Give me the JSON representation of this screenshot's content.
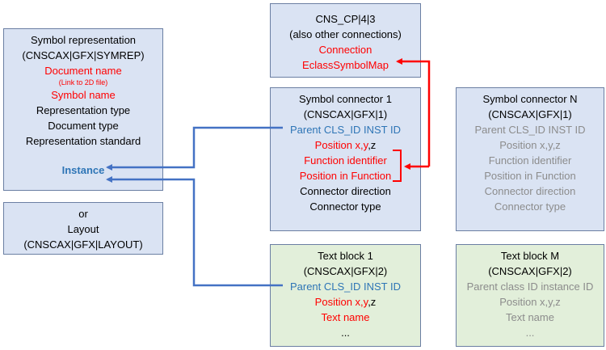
{
  "cns_cp": {
    "title": "CNS_CP|4|3",
    "subtitle": "(also other connections)",
    "connection": "Connection",
    "eclass_symbol_map": "EclassSymbolMap"
  },
  "symbol_representation": {
    "title": "Symbol representation",
    "code": "(CNSCAX|GFX|SYMREP)",
    "document_name": "Document name",
    "link_note": "(Link to 2D file)",
    "symbol_name": "Symbol name",
    "representation_type": "Representation type",
    "document_type": "Document type",
    "representation_standard": "Representation standard",
    "instance": "Instance"
  },
  "layout_box": {
    "or": "or",
    "title": "Layout",
    "code": "(CNSCAX|GFX|LAYOUT)"
  },
  "symbol_connector_1": {
    "title": "Symbol connector 1",
    "code": "(CNSCAX|GFX|1)",
    "parent": "Parent CLS_ID INST ID",
    "position_xy": "Position x,y",
    "position_z": ",z",
    "function_identifier": "Function identifier",
    "position_in_function": "Position in Function",
    "connector_direction": "Connector direction",
    "connector_type": "Connector type"
  },
  "symbol_connector_n": {
    "title": "Symbol connector N",
    "code": "(CNSCAX|GFX|1)",
    "parent": "Parent CLS_ID INST ID",
    "position": "Position x,y,z",
    "function_identifier": "Function identifier",
    "position_in_function": "Position in Function",
    "connector_direction": "Connector direction",
    "connector_type": "Connector type"
  },
  "text_block_1": {
    "title": "Text block 1",
    "code": "(CNSCAX|GFX|2)",
    "parent": "Parent CLS_ID INST ID",
    "position_xy": "Position x,y",
    "position_z": ",z",
    "text_name": "Text name",
    "ellipsis": "..."
  },
  "text_block_m": {
    "title": "Text block M",
    "code": "(CNSCAX|GFX|2)",
    "parent": "Parent class ID instance ID",
    "position": "Position x,y,z",
    "text_name": "Text name",
    "ellipsis": "..."
  },
  "colors": {
    "box_blue": "#dae3f3",
    "box_green": "#e2efda",
    "border": "#6b7fa3",
    "red_text": "#ff0000",
    "link_text": "#2e75b6",
    "gray_text": "#8c8c8c",
    "arrow_blue": "#4472c4",
    "arrow_red": "#ff0000"
  }
}
